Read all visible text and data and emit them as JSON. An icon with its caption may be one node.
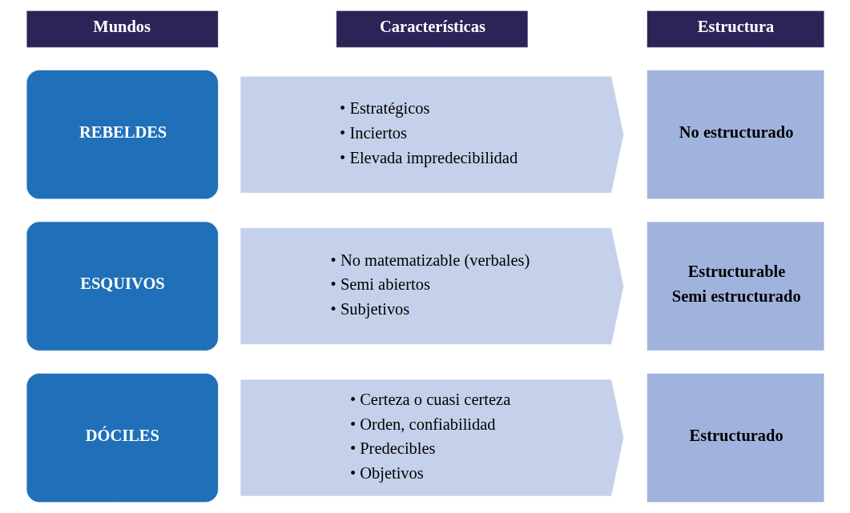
{
  "diagram": {
    "nodes": [
      {
        "text": [
          "Mundos"
        ]
      },
      {
        "text": [
          "Características"
        ]
      },
      {
        "text": [
          "Estructura"
        ]
      },
      {
        "text": [
          "REBELDES"
        ]
      },
      {
        "text": [
          "• Estratégicos",
          "• Inciertos",
          "• Elevada impredecibilidad"
        ]
      },
      {
        "text": [
          "No estructurado"
        ]
      },
      {
        "text": [
          "ESQUIVOS"
        ]
      },
      {
        "text": [
          "• No matematizable (verbales)",
          "• Semi abiertos",
          "• Subjetivos"
        ]
      },
      {
        "text": [
          "Estructurable",
          "Semi estructurado"
        ]
      },
      {
        "text": [
          "DÓCILES"
        ]
      },
      {
        "text": [
          "• Certeza o cuasi certeza",
          "• Orden, confiabilidad",
          "• Predecibles",
          "• Objetivos"
        ]
      },
      {
        "text": [
          "Estructurado"
        ]
      }
    ],
    "edges": []
  }
}
